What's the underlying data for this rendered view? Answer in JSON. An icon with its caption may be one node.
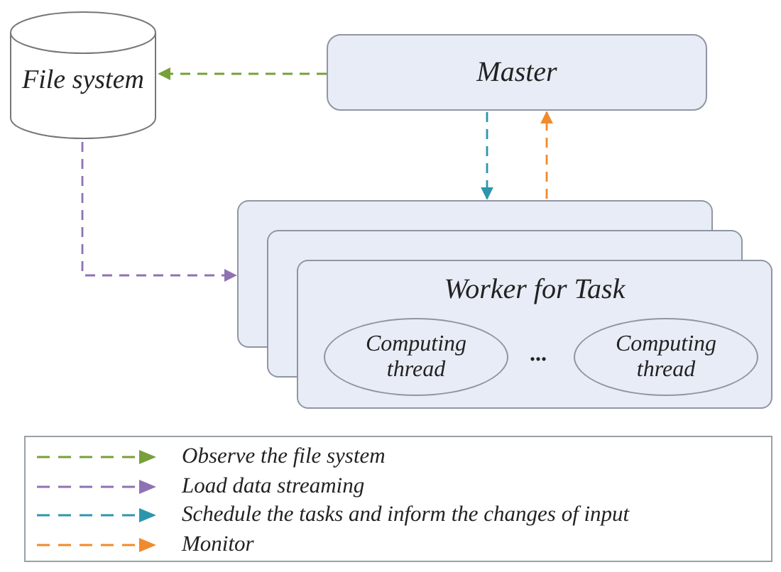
{
  "diagram": {
    "nodes": [
      {
        "text": [
          "File system"
        ]
      },
      {
        "text": [
          "Master"
        ]
      },
      {
        "text": [
          "Worker for Task"
        ]
      },
      {
        "text": [
          "Computing thread"
        ],
        "in": 2
      },
      {
        "text": [
          "Computing thread"
        ],
        "in": 2
      }
    ],
    "edges": [
      {
        "from": 1,
        "to": 0,
        "arrow": "to",
        "style": "dashed",
        "color": "#77a03a"
      },
      {
        "from": 0,
        "to": 2,
        "arrow": "to",
        "style": "dashed",
        "color": "#8e72b3"
      },
      {
        "from": 1,
        "to": 2,
        "arrow": "to",
        "style": "dashed",
        "color": "#2c96ad"
      },
      {
        "from": 2,
        "to": 1,
        "arrow": "to",
        "style": "dashed",
        "color": "#f08a2c"
      }
    ],
    "labels": [
      "..."
    ],
    "legend": [
      {
        "text": "Observe the file system",
        "color": "#77a03a"
      },
      {
        "text": "Load data streaming",
        "color": "#8e72b3"
      },
      {
        "text": "Schedule the tasks and inform the changes of input",
        "color": "#2c96ad"
      },
      {
        "text": "Monitor",
        "color": "#f08a2c"
      }
    ]
  }
}
